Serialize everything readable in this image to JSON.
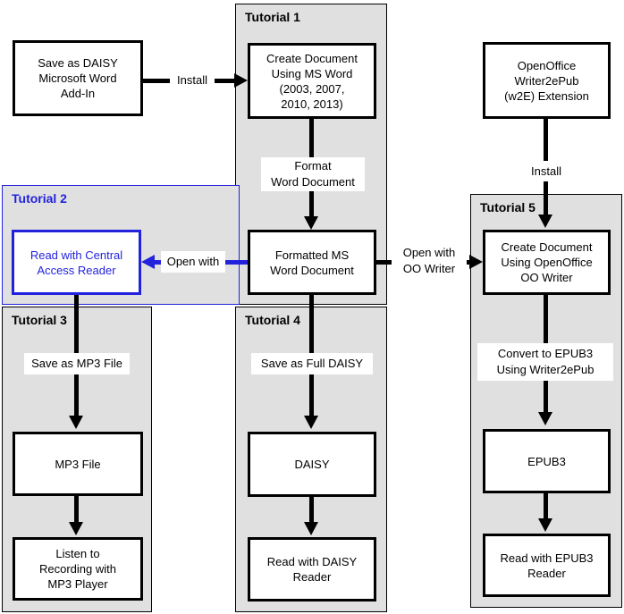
{
  "panels": {
    "t1": {
      "title": "Tutorial 1"
    },
    "t2": {
      "title": "Tutorial 2"
    },
    "t3": {
      "title": "Tutorial 3"
    },
    "t4": {
      "title": "Tutorial 4"
    },
    "t5": {
      "title": "Tutorial 5"
    }
  },
  "nodes": {
    "save_daisy_addin": {
      "label": "Save as DAISY\nMicrosoft Word\nAdd-In"
    },
    "create_msword": {
      "label": "Create Document\nUsing MS Word\n(2003, 2007,\n2010, 2013)"
    },
    "openoffice_ext": {
      "label": "OpenOffice\nWriter2ePub\n(w2E) Extension"
    },
    "central_access": {
      "label": "Read with Central\nAccess Reader"
    },
    "formatted_doc": {
      "label": "Formatted MS\nWord Document"
    },
    "create_oo": {
      "label": "Create Document\nUsing OpenOffice\nOO Writer"
    },
    "mp3_file": {
      "label": "MP3 File"
    },
    "listen_mp3": {
      "label": "Listen to\nRecording with\nMP3 Player"
    },
    "daisy": {
      "label": "DAISY"
    },
    "read_daisy": {
      "label": "Read with DAISY\nReader"
    },
    "epub3": {
      "label": "EPUB3"
    },
    "read_epub3": {
      "label": "Read with EPUB3\nReader"
    }
  },
  "edges": {
    "install_addin": {
      "label": "Install"
    },
    "format_doc": {
      "label": "Format\nWord Document"
    },
    "open_with_car": {
      "label": "Open with"
    },
    "open_with_oo": {
      "label": "Open with\nOO Writer"
    },
    "install_w2e": {
      "label": "Install"
    },
    "save_mp3": {
      "label": "Save as MP3 File"
    },
    "save_full_daisy": {
      "label": "Save as Full DAISY"
    },
    "convert_epub3": {
      "label": "Convert to EPUB3\nUsing Writer2ePub"
    }
  },
  "colors": {
    "accent_blue": "#2222DD",
    "panel_fill": "#E0E0E0",
    "line_black": "#000000",
    "box_fill": "#FFFFFF"
  }
}
